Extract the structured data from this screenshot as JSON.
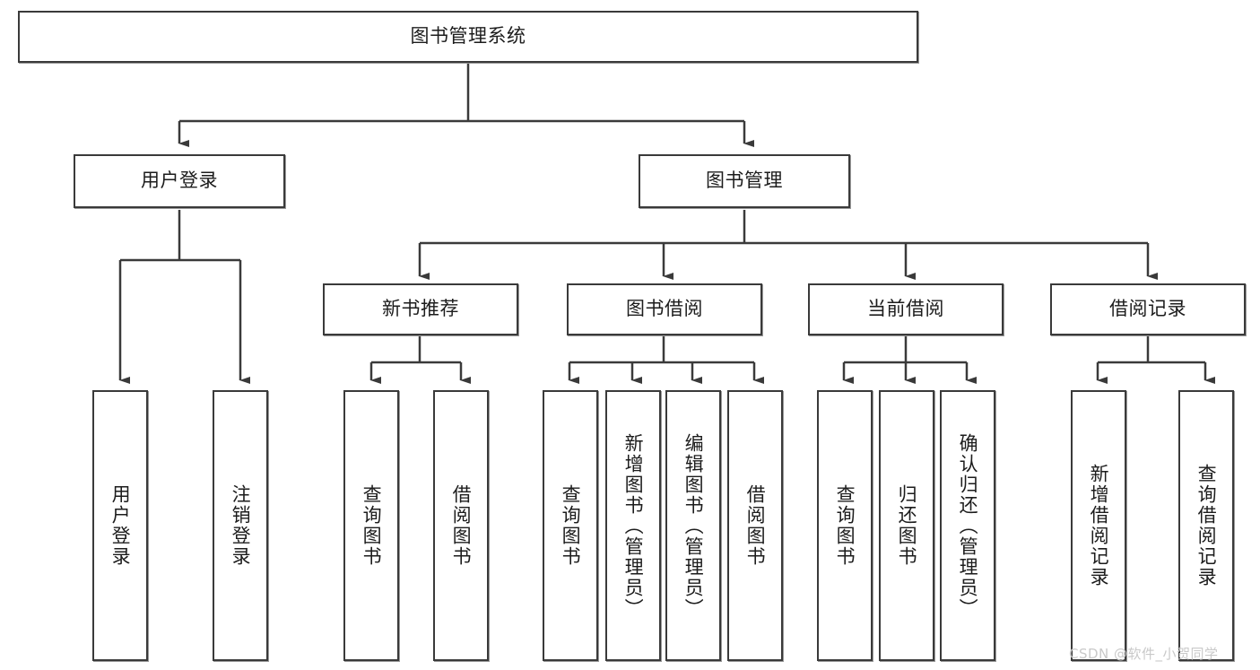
{
  "diagram": {
    "title_node": {
      "label": "图书管理系统"
    },
    "level1": [
      {
        "label": "用户登录"
      },
      {
        "label": "图书管理"
      }
    ],
    "level2": [
      {
        "label": "新书推荐"
      },
      {
        "label": "图书借阅"
      },
      {
        "label": "当前借阅"
      },
      {
        "label": "借阅记录"
      }
    ],
    "leaves": {
      "user_login": [
        {
          "label": "用户登录"
        },
        {
          "label": "注销登录"
        }
      ],
      "new_book_recommend": [
        {
          "label": "查询图书"
        },
        {
          "label": "借阅图书"
        }
      ],
      "book_borrow": [
        {
          "label": "查询图书"
        },
        {
          "label": "新增图书（管理员）"
        },
        {
          "label": "编辑图书（管理员）"
        },
        {
          "label": "借阅图书"
        }
      ],
      "current_borrow": [
        {
          "label": "查询图书"
        },
        {
          "label": "归还图书"
        },
        {
          "label": "确认归还（管理员）"
        }
      ],
      "borrow_record": [
        {
          "label": "新增借阅记录"
        },
        {
          "label": "查询借阅记录"
        }
      ]
    }
  },
  "watermark": {
    "text": "CSDN @软件_小贺同学"
  },
  "colors": {
    "border": "#3a3a3a",
    "shadow": "#9a9a9a",
    "background": "#ffffff",
    "text": "#1c1c1c",
    "watermark": "#c9c9c9"
  }
}
